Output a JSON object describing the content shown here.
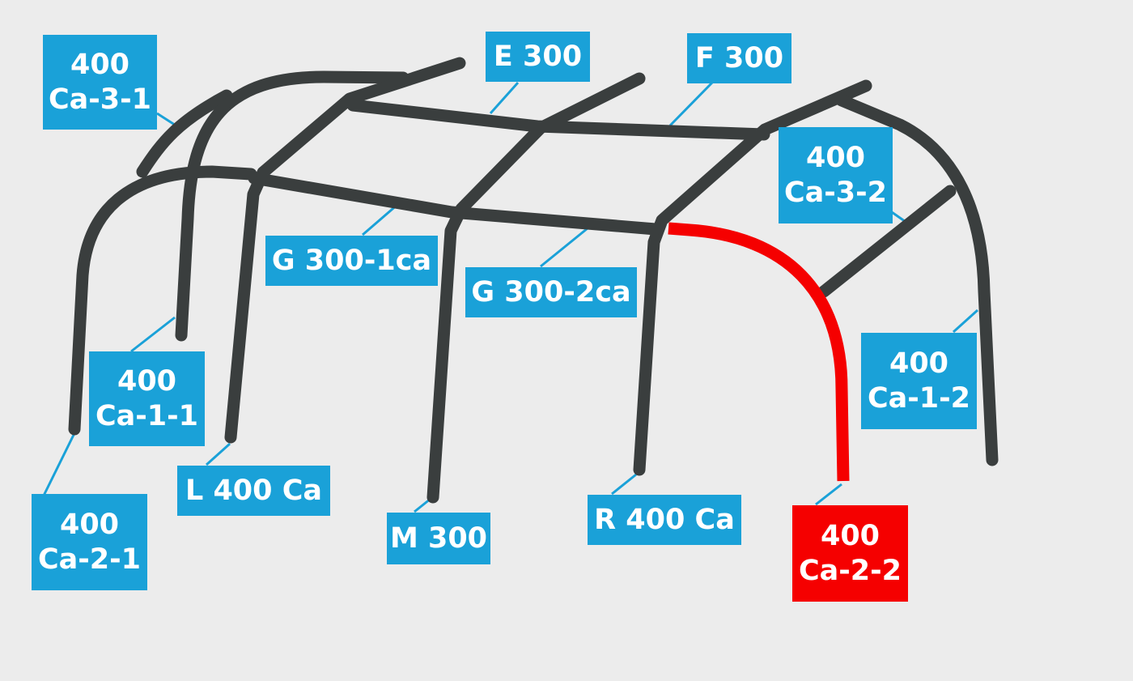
{
  "colors": {
    "background": "#ececec",
    "pole": "#3a3e3e",
    "label_bg": "#1aa1d8",
    "highlight": "#f50000",
    "leader": "#1aa1d8"
  },
  "labels": {
    "ca_3_1": {
      "line1": "400",
      "line2": "Ca-3-1"
    },
    "e_300": {
      "text": "E 300"
    },
    "f_300": {
      "text": "F 300"
    },
    "ca_3_2": {
      "line1": "400",
      "line2": "Ca-3-2"
    },
    "g_300_1ca": {
      "text": "G 300-1ca"
    },
    "g_300_2ca": {
      "text": "G 300-2ca"
    },
    "ca_1_1": {
      "line1": "400",
      "line2": "Ca-1-1"
    },
    "ca_1_2": {
      "line1": "400",
      "line2": "Ca-1-2"
    },
    "l_400_ca": {
      "text": "L 400 Ca"
    },
    "m_300": {
      "text": "M 300"
    },
    "r_400_ca": {
      "text": "R 400 Ca"
    },
    "ca_2_1": {
      "line1": "400",
      "line2": "Ca-2-1"
    },
    "ca_2_2": {
      "line1": "400",
      "line2": "Ca-2-2",
      "highlighted": true
    }
  }
}
